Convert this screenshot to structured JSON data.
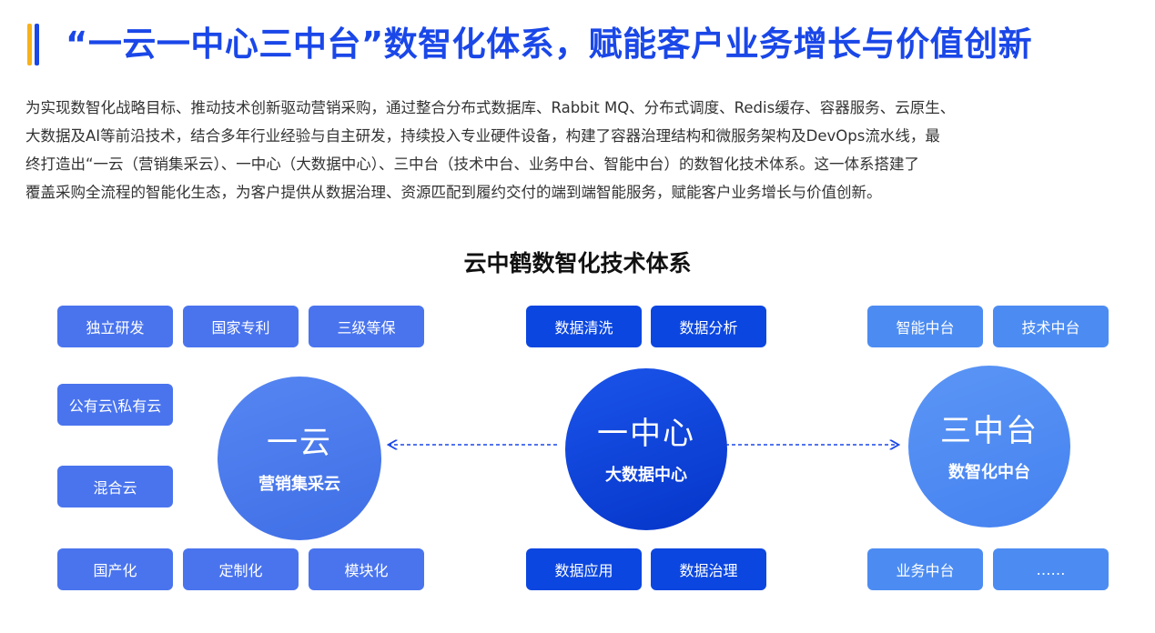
{
  "title": "“一云一中心三中台”数智化体系，赋能客户业务增长与价值创新",
  "intro_lines": [
    "为实现数智化战略目标、推动技术创新驱动营销采购，通过整合分布式数据库、Rabbit MQ、分布式调度、Redis缓存、容器服务、云原生、",
    "大数据及AI等前沿技术，结合多年行业经验与自主研发，持续投入专业硬件设备，构建了容器治理结构和微服务架构及DevOps流水线，最",
    "终打造出“一云（营销集采云）、一中心（大数据中心）、三中台（技术中台、业务中台、智能中台）的数智化技术体系。这一体系搭建了",
    "覆盖采购全流程的智能化生态，为客户提供从数据治理、资源匹配到履约交付的端到端智能服务，赋能客户业务增长与价值创新。"
  ],
  "diagram_title": "云中鹤数智化技术体系",
  "left": {
    "circle_big": "一云",
    "circle_small": "营销集采云",
    "tags_top": [
      "独立研发",
      "国家专利",
      "三级等保"
    ],
    "tags_side": [
      "公有云\\私有云",
      "混合云"
    ],
    "tags_bottom": [
      "国产化",
      "定制化",
      "模块化"
    ]
  },
  "center": {
    "circle_big": "一中心",
    "circle_small": "大数据中心",
    "tags_top": [
      "数据清洗",
      "数据分析"
    ],
    "tags_bottom": [
      "数据应用",
      "数据治理"
    ]
  },
  "right": {
    "circle_big": "三中台",
    "circle_small": "数智化中台",
    "tags_top": [
      "智能中台",
      "技术中台"
    ],
    "tags_bottom": [
      "业务中台",
      "……"
    ]
  },
  "colors": {
    "title_blue": "#1a47e8",
    "accent_yellow": "#f6b21a",
    "tag_light": "#4a74ee",
    "tag_dark": "#0b46e0",
    "tag_sky": "#4c8cf2"
  }
}
